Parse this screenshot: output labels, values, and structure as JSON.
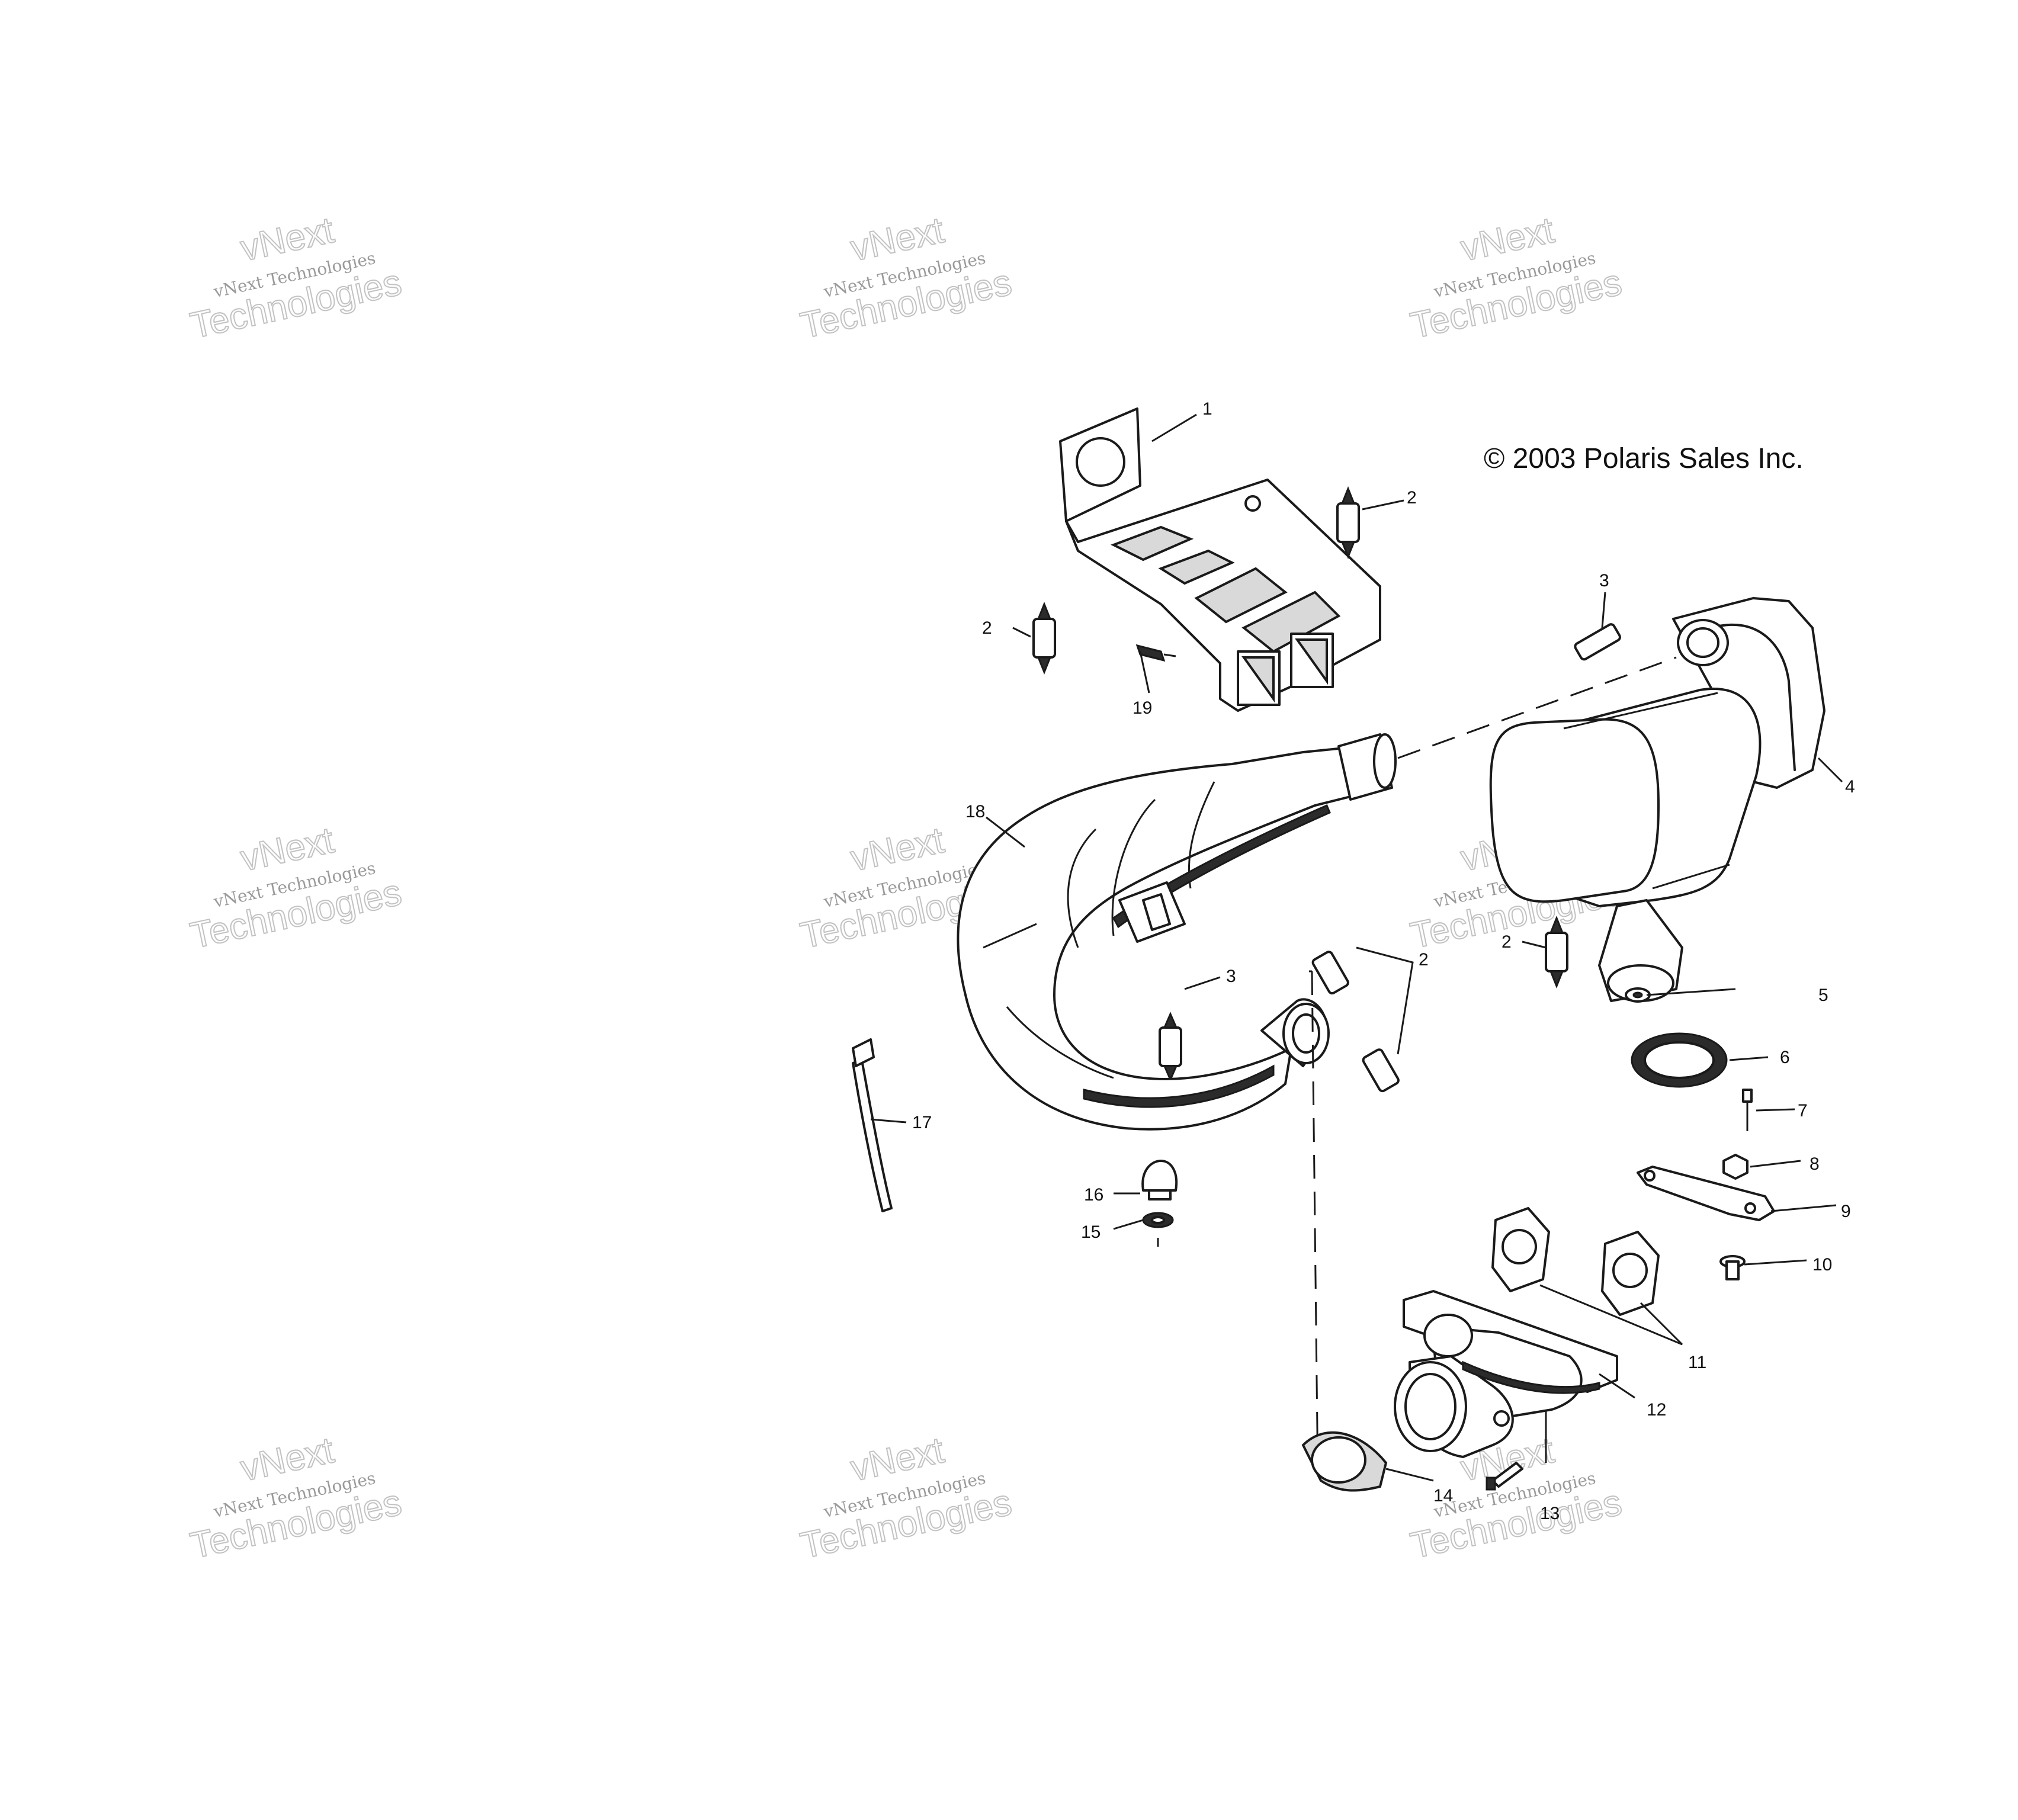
{
  "copyright": "© 2003 Polaris Sales Inc.",
  "watermark": {
    "small": "vNext Technologies",
    "large_top": "vNext",
    "large_bottom": "Technologies"
  },
  "callouts": {
    "c1": "1",
    "c2a": "2",
    "c2b": "2",
    "c2c": "2",
    "c2d": "2",
    "c3a": "3",
    "c3b": "3",
    "c4": "4",
    "c5": "5",
    "c6": "6",
    "c7": "7",
    "c8": "8",
    "c9": "9",
    "c10": "10",
    "c11": "11",
    "c12": "12",
    "c13": "13",
    "c14": "14",
    "c15": "15",
    "c16": "16",
    "c17": "17",
    "c18": "18",
    "c19": "19"
  }
}
